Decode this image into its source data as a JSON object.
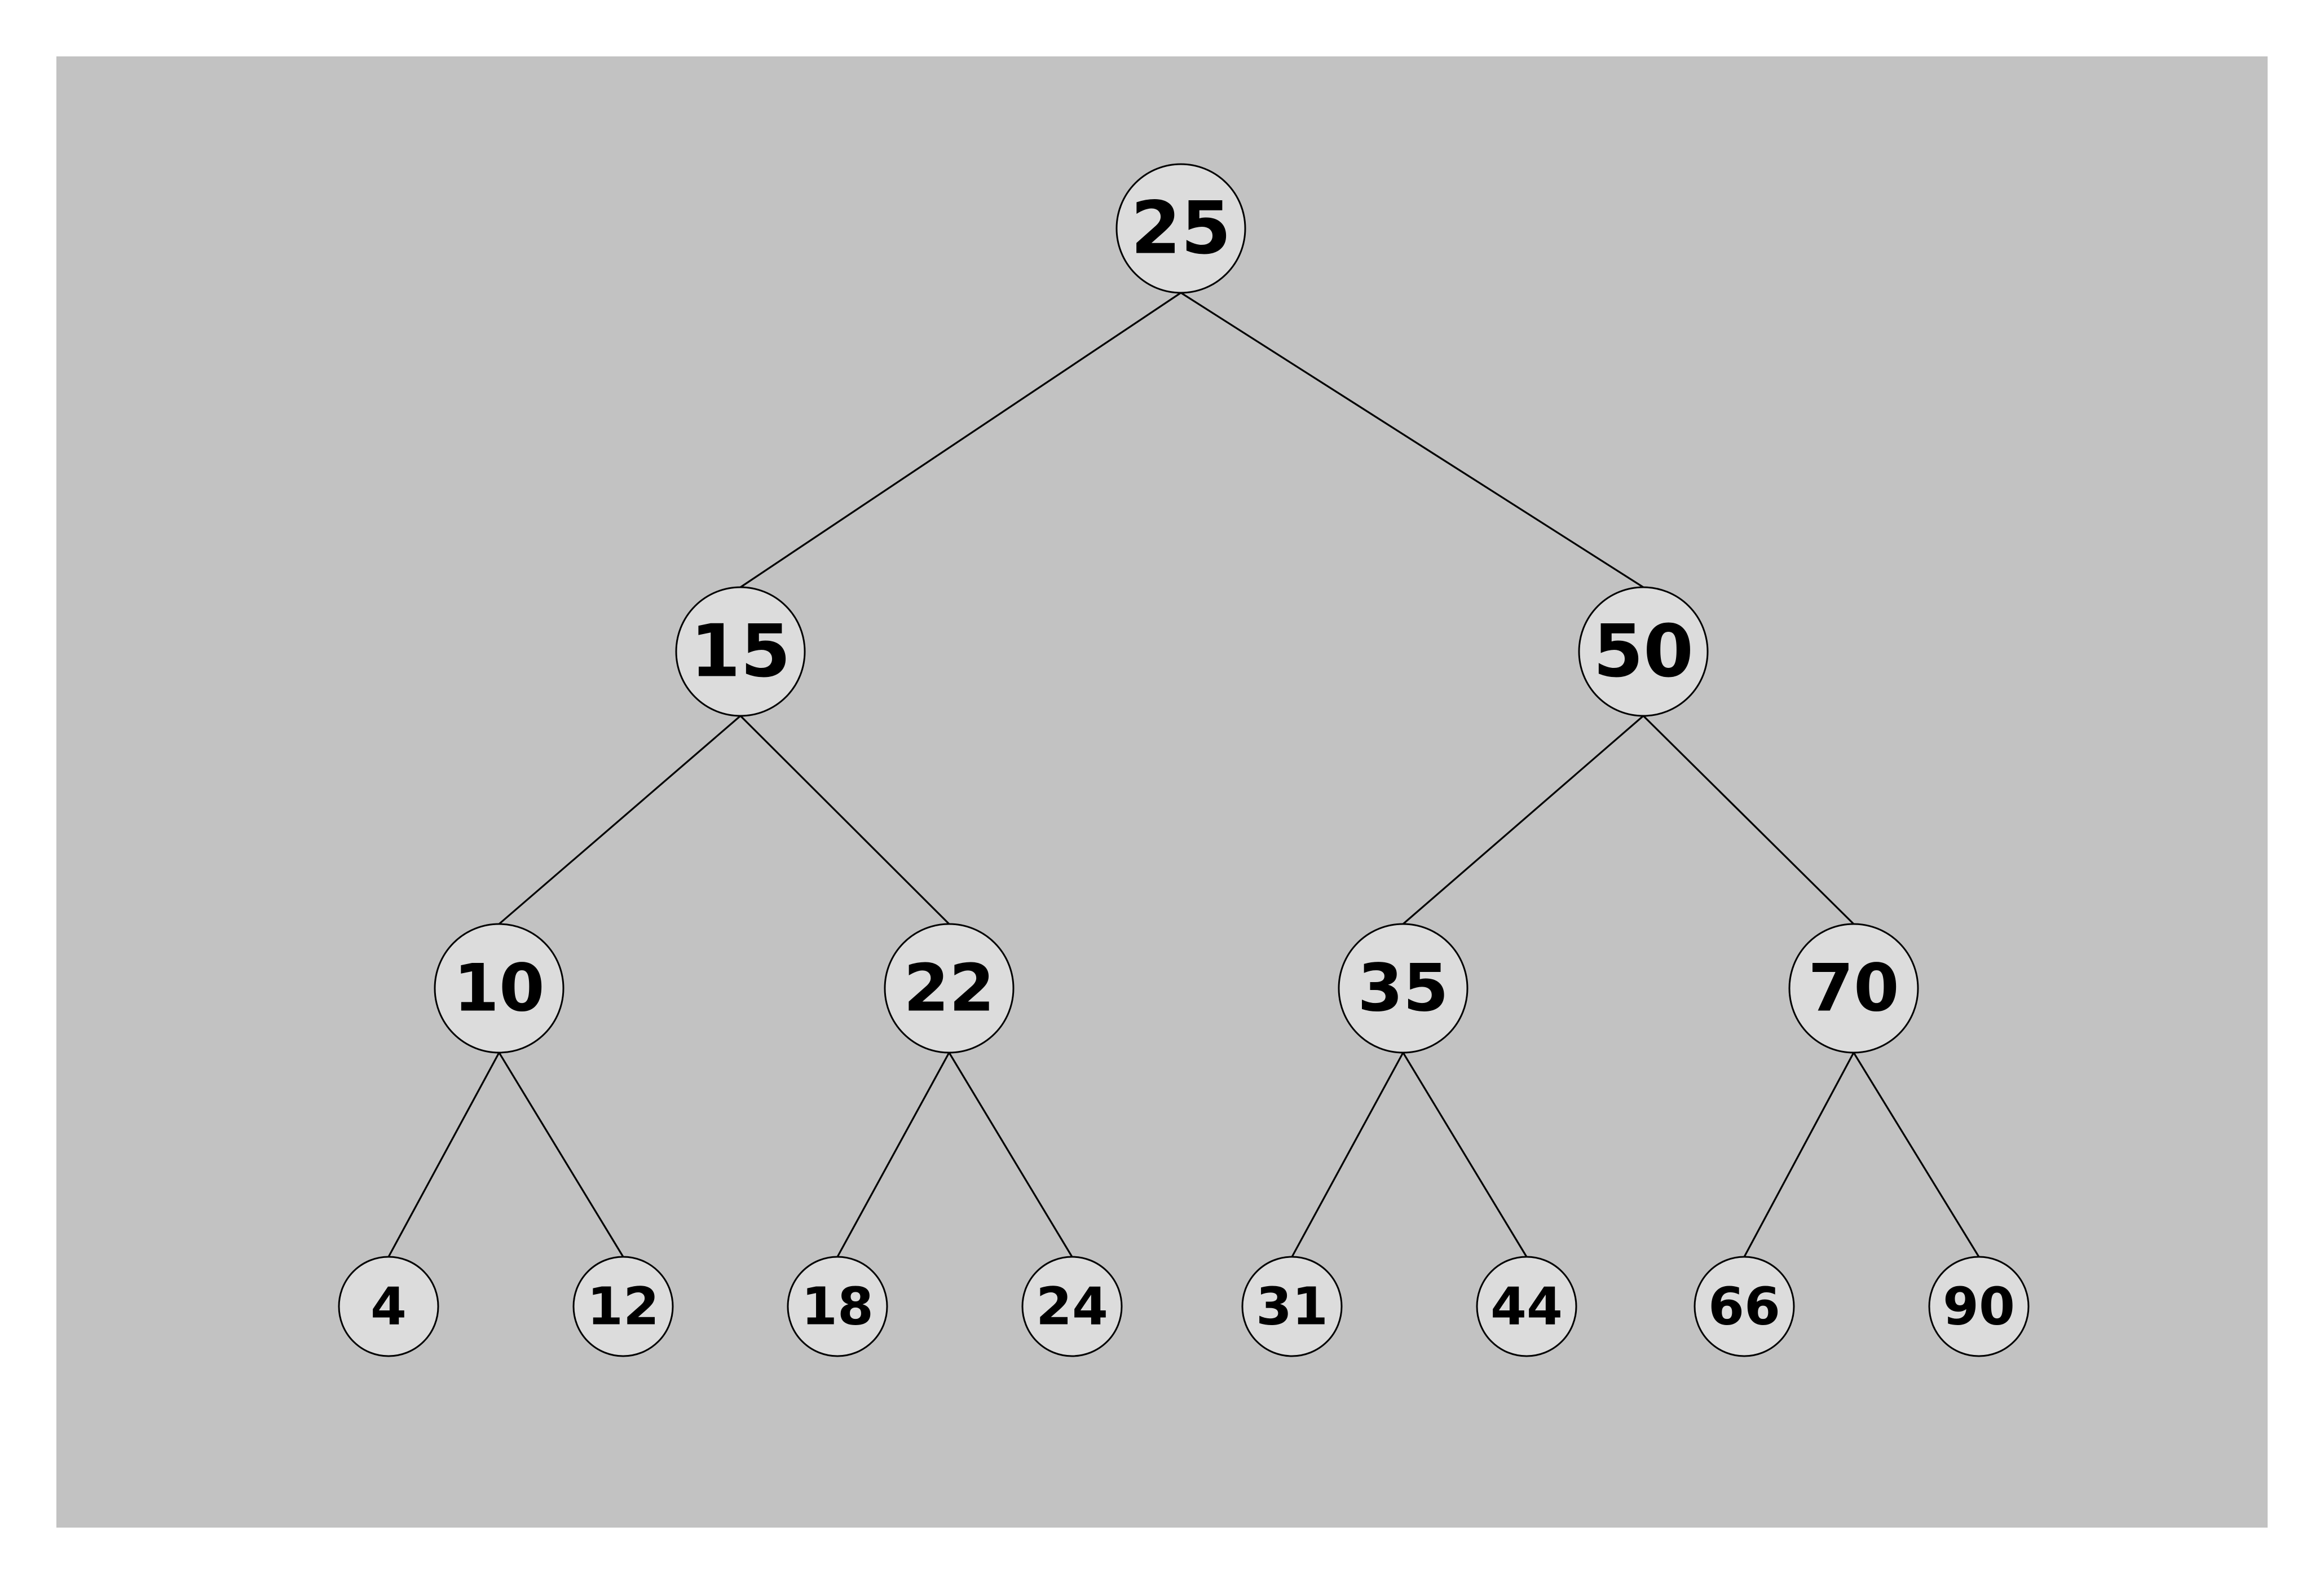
{
  "colors": {
    "page_background": "#ffffff",
    "panel_background": "#c2c2c2",
    "node_fill": "#dcdcdc",
    "node_stroke": "#000000",
    "edge_color": "#000000",
    "text_color": "#000000"
  },
  "tree": {
    "root": "25",
    "levels": [
      [
        "25"
      ],
      [
        "15",
        "50"
      ],
      [
        "10",
        "22",
        "35",
        "70"
      ],
      [
        "4",
        "12",
        "18",
        "24",
        "31",
        "44",
        "66",
        "90"
      ]
    ],
    "edges": [
      [
        "25",
        "15"
      ],
      [
        "25",
        "50"
      ],
      [
        "15",
        "10"
      ],
      [
        "15",
        "22"
      ],
      [
        "50",
        "35"
      ],
      [
        "50",
        "70"
      ],
      [
        "10",
        "4"
      ],
      [
        "10",
        "12"
      ],
      [
        "22",
        "18"
      ],
      [
        "22",
        "24"
      ],
      [
        "35",
        "31"
      ],
      [
        "35",
        "44"
      ],
      [
        "70",
        "66"
      ],
      [
        "70",
        "90"
      ]
    ]
  }
}
